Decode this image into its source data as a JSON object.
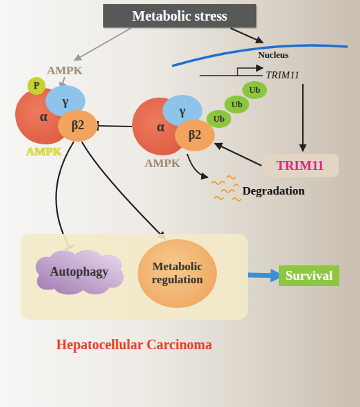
{
  "diagram": {
    "nodes": [
      {
        "text": [
          "Metabolic stress"
        ]
      },
      {
        "text": [
          "P"
        ]
      },
      {
        "text": [
          "α"
        ]
      },
      {
        "text": [
          "γ"
        ]
      },
      {
        "text": [
          "β2"
        ]
      },
      {
        "text": [
          "α"
        ]
      },
      {
        "text": [
          "γ"
        ]
      },
      {
        "text": [
          "β2"
        ]
      },
      {
        "text": [
          "Ub"
        ]
      },
      {
        "text": [
          "Ub"
        ]
      },
      {
        "text": [
          "Ub"
        ]
      },
      {
        "text": [
          "TRIM11"
        ]
      },
      {
        "text": [
          "Hepatocellular Carcinoma"
        ]
      },
      {
        "text": [
          "Autophagy"
        ],
        "in": 12
      },
      {
        "text": [
          "Metabolic regulation"
        ],
        "in": 12
      },
      {
        "text": [
          "Survival"
        ]
      }
    ],
    "edges": [
      {
        "from": 11,
        "to": 7,
        "arrow": "to"
      },
      {
        "from": 5,
        "to": 4,
        "arrow": "to"
      },
      {
        "from": 4,
        "to": 13,
        "arrow": "to"
      },
      {
        "from": 4,
        "to": 14,
        "arrow": "to"
      },
      {
        "from": 12,
        "to": 15,
        "arrow": "to"
      }
    ],
    "labels": [
      "AMPK",
      "Nucleus",
      "TRIM11",
      "AMPK",
      "AMPK",
      "Degradation"
    ]
  }
}
